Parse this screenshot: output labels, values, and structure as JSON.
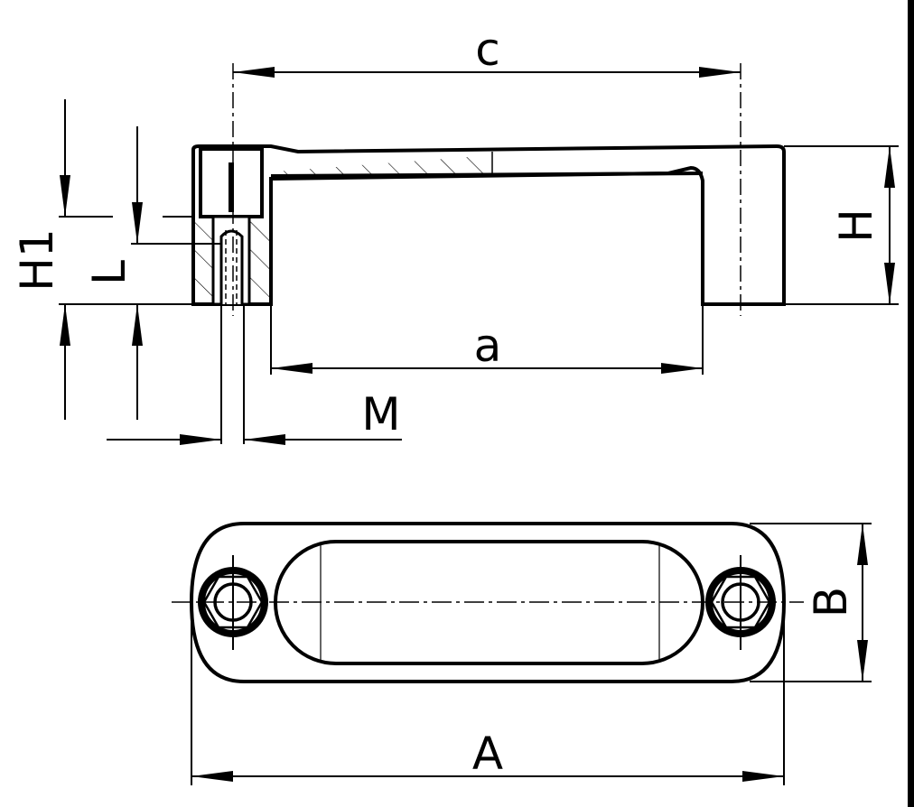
{
  "labels": {
    "c": "c",
    "H": "H",
    "H1": "H1",
    "L": "L",
    "a": "a",
    "M": "M",
    "B": "B",
    "A": "A"
  },
  "colors": {
    "line": "#000000",
    "background": "#ffffff"
  }
}
